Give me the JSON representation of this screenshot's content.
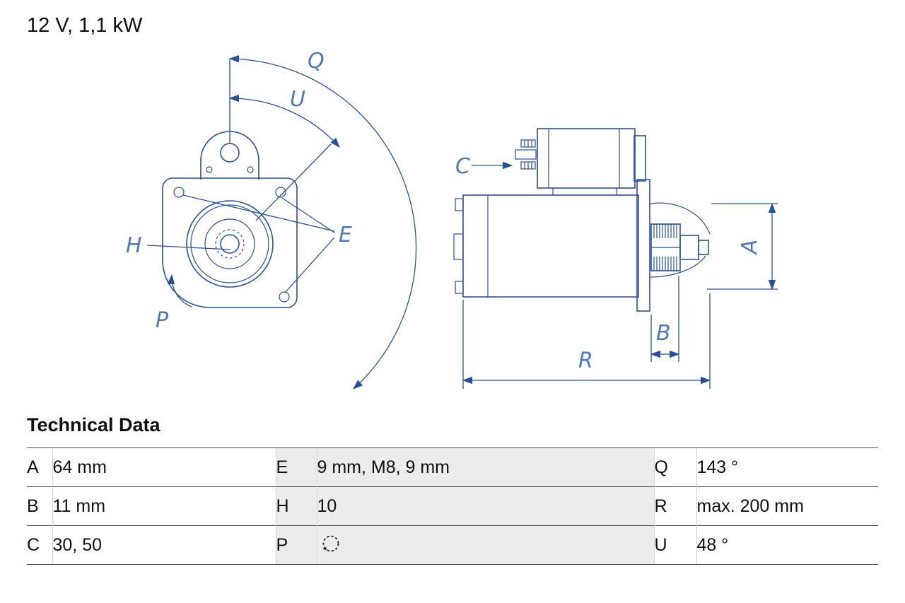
{
  "header": {
    "title": "12 V, 1,1 kW"
  },
  "diagram": {
    "labels": {
      "q": "Q",
      "u": "U",
      "e": "E",
      "h": "H",
      "p": "P",
      "c": "C",
      "a": "A",
      "b": "B",
      "r": "R"
    }
  },
  "technical_data": {
    "heading": "Technical Data",
    "rows": [
      {
        "cells": [
          {
            "key": "A",
            "value": "64 mm"
          },
          {
            "key": "E",
            "value": "9 mm, M8, 9 mm"
          },
          {
            "key": "Q",
            "value": "143 °"
          }
        ]
      },
      {
        "cells": [
          {
            "key": "B",
            "value": "11 mm"
          },
          {
            "key": "H",
            "value": "10"
          },
          {
            "key": "R",
            "value": "max. 200 mm"
          }
        ]
      },
      {
        "cells": [
          {
            "key": "C",
            "value": "30, 50"
          },
          {
            "key": "P",
            "value": "",
            "icon": "rotation-ccw-icon"
          },
          {
            "key": "U",
            "value": "48 °"
          }
        ]
      }
    ]
  },
  "colors": {
    "drawing_blue": "#27509b",
    "label_blue": "#4d7ab8",
    "table_rule": "#4d4d4d",
    "shaded_column": "#ececec"
  }
}
